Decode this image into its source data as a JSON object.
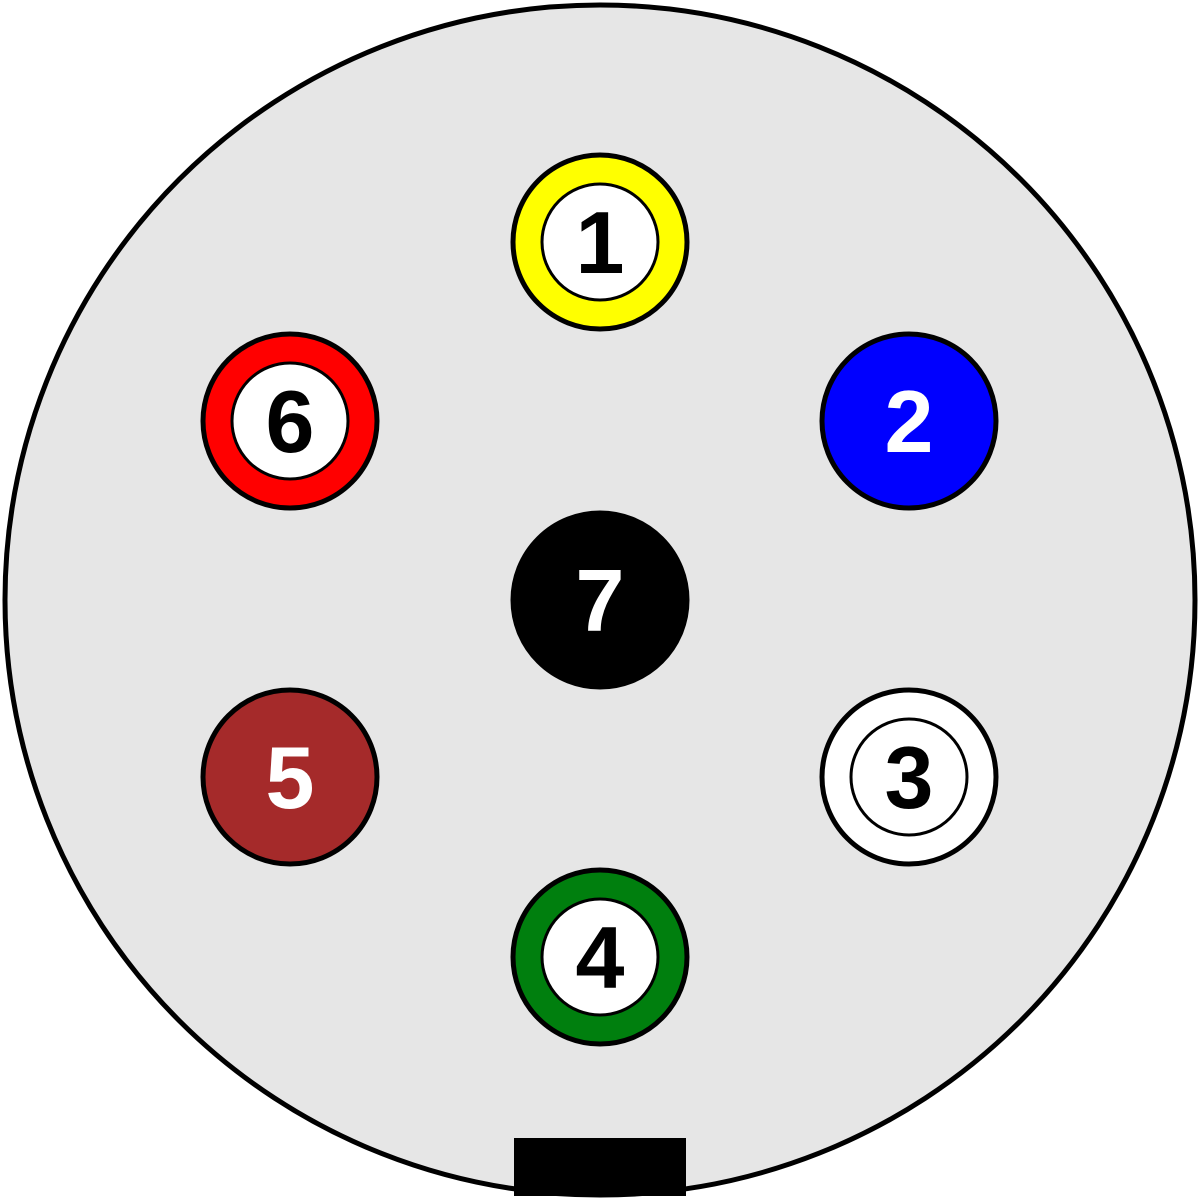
{
  "connector": {
    "face_color": "#e6e6e6",
    "outline_color": "#000000",
    "key_color": "#000000"
  },
  "pins": [
    {
      "id": "1",
      "label": "1",
      "wire_color_name": "yellow",
      "style": "ring",
      "ring_color": "#ffff00",
      "center_color": "#ffffff",
      "text_color": "#000000"
    },
    {
      "id": "2",
      "label": "2",
      "wire_color_name": "blue",
      "style": "solid",
      "ring_color": "#0000ff",
      "center_color": "#0000ff",
      "text_color": "#ffffff"
    },
    {
      "id": "3",
      "label": "3",
      "wire_color_name": "white",
      "style": "ring",
      "ring_color": "#ffffff",
      "center_color": "#ffffff",
      "text_color": "#000000"
    },
    {
      "id": "4",
      "label": "4",
      "wire_color_name": "green",
      "style": "ring",
      "ring_color": "#007f0e",
      "center_color": "#ffffff",
      "text_color": "#000000"
    },
    {
      "id": "5",
      "label": "5",
      "wire_color_name": "brown",
      "style": "solid",
      "ring_color": "#a52a2a",
      "center_color": "#a52a2a",
      "text_color": "#ffffff"
    },
    {
      "id": "6",
      "label": "6",
      "wire_color_name": "red",
      "style": "ring",
      "ring_color": "#ff0000",
      "center_color": "#ffffff",
      "text_color": "#000000"
    },
    {
      "id": "7",
      "label": "7",
      "wire_color_name": "black",
      "style": "solid",
      "ring_color": "#000000",
      "center_color": "#000000",
      "text_color": "#ffffff"
    }
  ]
}
